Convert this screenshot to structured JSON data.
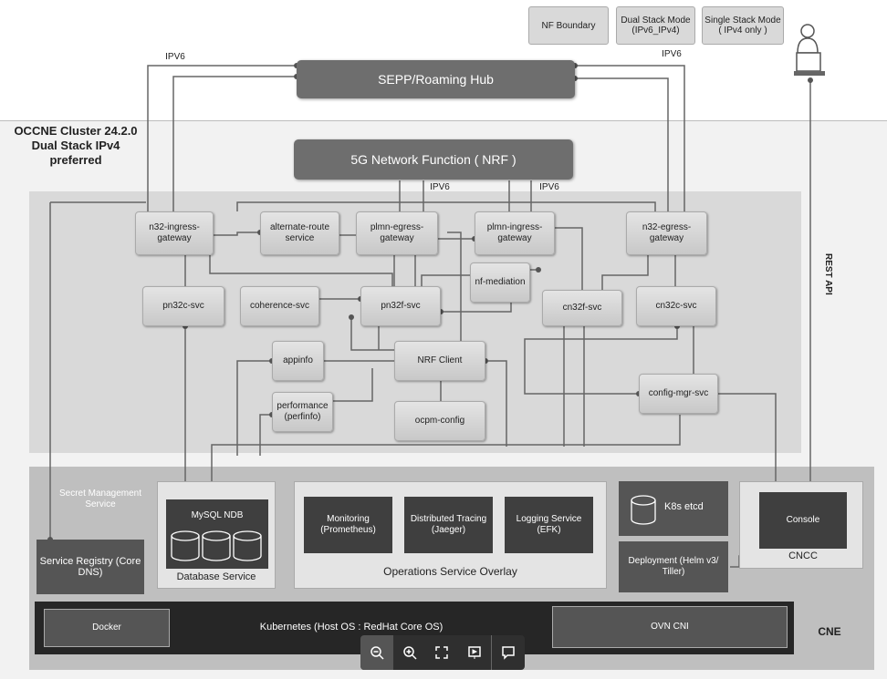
{
  "legend": {
    "nf_boundary": "NF Boundary",
    "dual_stack": "Dual Stack Mode (IPv6_IPv4)",
    "single_stack": "Single Stack Mode ( IPv4 only )"
  },
  "sepp_hub": "SEPP/Roaming Hub",
  "ipv6_left": "IPV6",
  "ipv6_right": "IPV6",
  "ipv6_mid1": "IPV6",
  "ipv6_mid2": "IPV6",
  "cluster_title": "OCCNE Cluster 24.2.0 Dual Stack IPv4 preferred",
  "nf": "5G Network Function ( NRF )",
  "rest_api": "REST API",
  "nodes": {
    "n32_ingress": "n32-ingress-gateway",
    "alternate_route": "alternate-route service",
    "plmn_egress": "plmn-egress-gateway",
    "plmn_ingress": "plmn-ingress-gateway",
    "n32_egress": "n32-egress-gateway",
    "nf_mediation": "nf-mediation",
    "pn32c": "pn32c-svc",
    "coherence": "coherence-svc",
    "pn32f": "pn32f-svc",
    "cn32f": "cn32f-svc",
    "cn32c": "cn32c-svc",
    "appinfo": "appinfo",
    "nrf_client": "NRF Client",
    "performance": "performance (perfinfo)",
    "ocpm_config": "ocpm-config",
    "config_mgr": "config-mgr-svc"
  },
  "cne": {
    "secret_mgmt": "Secret Management Service",
    "service_registry": "Service Registry (Core DNS)",
    "mysql": "MySQL NDB",
    "database_service": "Database Service",
    "monitoring": "Monitoring (Prometheus)",
    "tracing": "Distributed Tracing (Jaeger)",
    "logging": "Logging Service (EFK)",
    "ops_overlay": "Operations Service Overlay",
    "k8s": "K8s etcd",
    "deployment": "Deployment (Helm v3/ Tiller)",
    "console": "Console",
    "cncc": "CNCC",
    "docker": "Docker",
    "kubernetes": "Kubernetes (Host OS : RedHat Core OS)",
    "ovn": "OVN CNI",
    "cne_label": "CNE"
  },
  "toolbar": [
    "zoom-out-icon",
    "zoom-in-icon",
    "fullscreen-icon",
    "present-icon",
    "comment-icon"
  ]
}
